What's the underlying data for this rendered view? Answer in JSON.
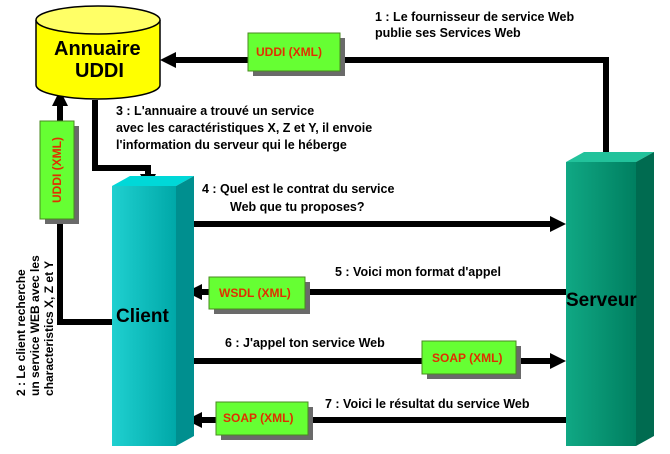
{
  "nodes": {
    "annuaire_line1": "Annuaire",
    "annuaire_line2": "UDDI",
    "client": "Client",
    "serveur": "Serveur"
  },
  "messages": {
    "box_uddi_top": "UDDI (XML)",
    "box_uddi_left": "UDDI (XML)",
    "box_wsdl": "WSDL (XML)",
    "box_soap_right": "SOAP (XML)",
    "box_soap_left": "SOAP (XML)"
  },
  "steps": {
    "s1_line1": "1 : Le fournisseur de service Web",
    "s1_line2": "publie ses Services Web",
    "s2_line1": "2 : Le client recherche",
    "s2_line2": "un service WEB avec les",
    "s2_line3": "characteristics X, Z et Y",
    "s3_line1": "3 : L'annuaire a trouvé un service",
    "s3_line2": "avec les caractéristiques X, Z et Y, il envoie",
    "s3_line3": "l'information du serveur qui le héberge",
    "s4_line1": "4 : Quel est le contrat du service",
    "s4_line2": "Web que tu proposes?",
    "s5": "5 : Voici mon format d'appel",
    "s6": "6 : J'appel ton service Web",
    "s7": "7 : Voici le résultat du service Web"
  },
  "colors": {
    "cylinder": "#ffff00",
    "client": "#00bcbc",
    "server": "#009a75",
    "message_box": "#66ff33",
    "message_text": "#e03000",
    "arrow": "#000000"
  }
}
